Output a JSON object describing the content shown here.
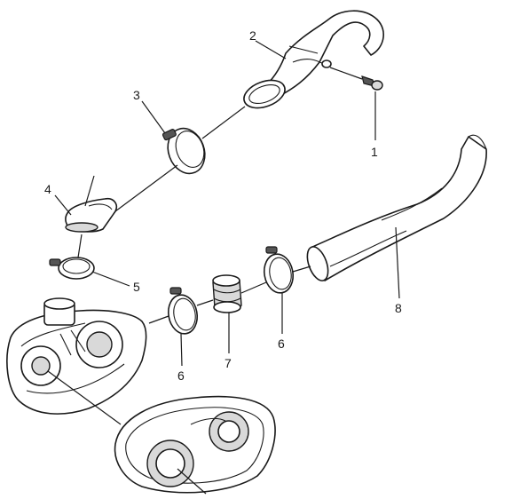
{
  "diagram": {
    "callouts": [
      {
        "key": "c1",
        "label": "1"
      },
      {
        "key": "c2",
        "label": "2"
      },
      {
        "key": "c3",
        "label": "3"
      },
      {
        "key": "c4",
        "label": "4"
      },
      {
        "key": "c5",
        "label": "5"
      },
      {
        "key": "c6a",
        "label": "6"
      },
      {
        "key": "c6b",
        "label": "6"
      },
      {
        "key": "c7",
        "label": "7"
      },
      {
        "key": "c8",
        "label": "8"
      }
    ]
  }
}
